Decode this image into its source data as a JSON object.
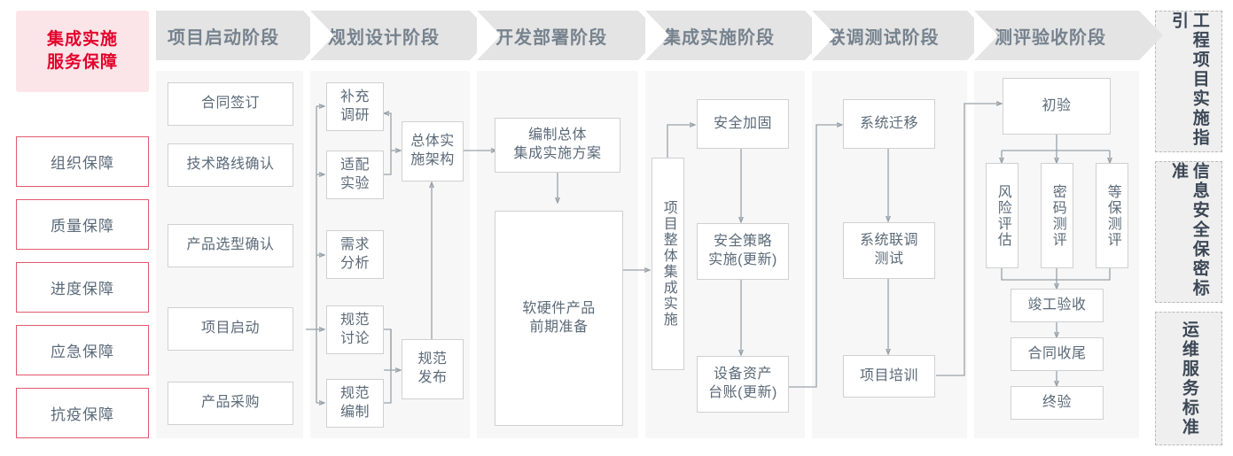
{
  "guarantee": {
    "title": "集成实施\n服务保障",
    "title_line1": "集成实施",
    "title_line2": "服务保障",
    "items": [
      {
        "label": "组织保障"
      },
      {
        "label": "质量保障"
      },
      {
        "label": "进度保障"
      },
      {
        "label": "应急保障"
      },
      {
        "label": "抗疫保障"
      }
    ],
    "accent_color": "#e4002b",
    "border_color": "#e05a6e",
    "bg_color": "#fbe5e9"
  },
  "phases": [
    {
      "label": "项目启动阶段"
    },
    {
      "label": "规划设计阶段"
    },
    {
      "label": "开发部署阶段"
    },
    {
      "label": "集成实施阶段"
    },
    {
      "label": "联调测试阶段"
    },
    {
      "label": "测评验收阶段"
    }
  ],
  "nodes": {
    "p1": [
      {
        "label": "合同签订"
      },
      {
        "label": "技术路线确认"
      },
      {
        "label": "产品选型确认"
      },
      {
        "label": "项目启动"
      },
      {
        "label": "产品采购"
      }
    ],
    "p2": [
      {
        "label": "补充\n调研",
        "l1": "补充",
        "l2": "调研"
      },
      {
        "label": "适配\n实验",
        "l1": "适配",
        "l2": "实验"
      },
      {
        "label": "需求\n分析",
        "l1": "需求",
        "l2": "分析"
      },
      {
        "label": "规范\n讨论",
        "l1": "规范",
        "l2": "讨论"
      },
      {
        "label": "规范\n编制",
        "l1": "规范",
        "l2": "编制"
      },
      {
        "label": "总体实\n施架构",
        "l1": "总体实",
        "l2": "施架构"
      },
      {
        "label": "规范\n发布",
        "l1": "规范",
        "l2": "发布"
      }
    ],
    "p3": [
      {
        "label": "编制总体\n集成实施方案",
        "l1": "编制总体",
        "l2": "集成实施方案"
      },
      {
        "label": "软硬件产品\n前期准备",
        "l1": "软硬件产品",
        "l2": "前期准备"
      }
    ],
    "p4": [
      {
        "label": "项目整体集成实施"
      },
      {
        "label": "安全加固"
      },
      {
        "label": "安全策略\n实施(更新)",
        "l1": "安全策略",
        "l2": "实施(更新)"
      },
      {
        "label": "设备资产\n台账(更新)",
        "l1": "设备资产",
        "l2": "台账(更新)"
      }
    ],
    "p5": [
      {
        "label": "系统迁移"
      },
      {
        "label": "系统联调\n测试",
        "l1": "系统联调",
        "l2": "测试"
      },
      {
        "label": "项目培训"
      }
    ],
    "p6": [
      {
        "label": "初验"
      },
      {
        "label": "风险评估"
      },
      {
        "label": "密码测评"
      },
      {
        "label": "等保测评"
      },
      {
        "label": "竣工验收"
      },
      {
        "label": "合同收尾"
      },
      {
        "label": "终验"
      }
    ]
  },
  "standards": [
    {
      "label": "工程项目实施指引"
    },
    {
      "label": "信息安全保密标准"
    },
    {
      "label": "运维服务标准"
    }
  ]
}
